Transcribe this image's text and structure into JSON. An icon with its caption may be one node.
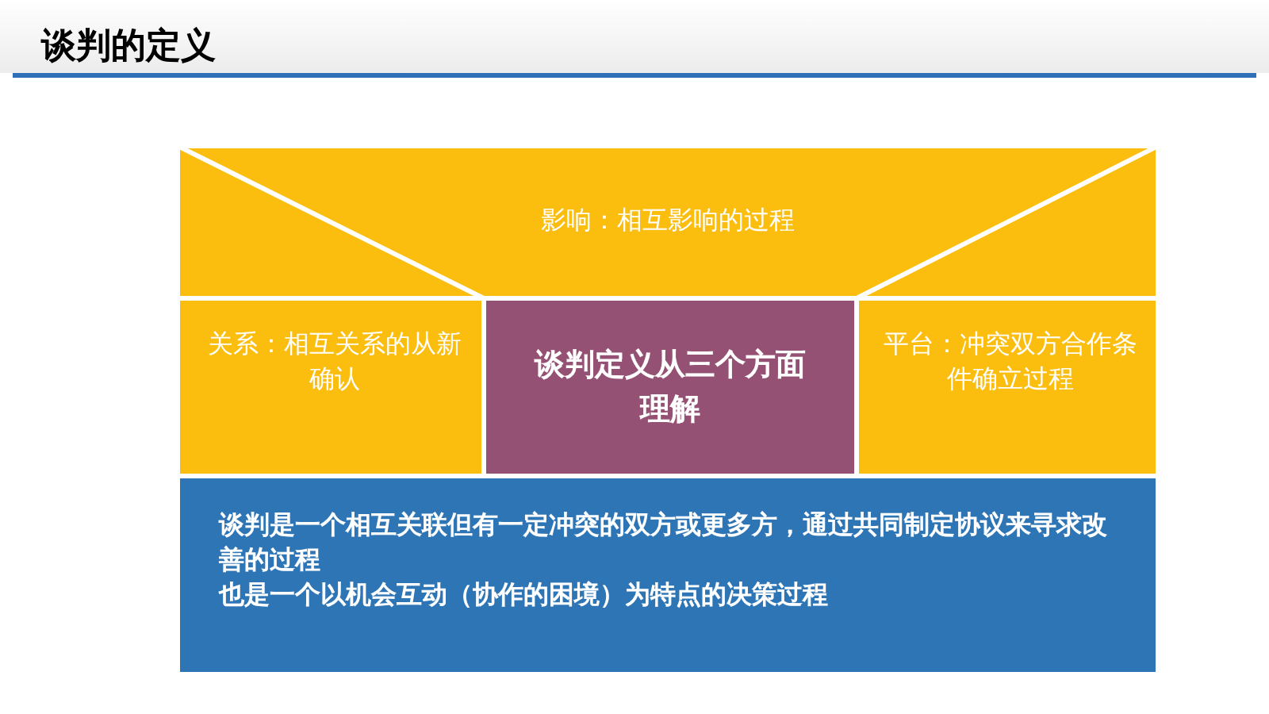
{
  "diagram": {
    "title": "谈判的定义",
    "nodes": [
      {
        "text": [
          "影响：相互影响的过程"
        ]
      },
      {
        "text": [
          "关系：相互关系的从新确认"
        ]
      },
      {
        "text": [
          "谈判定义从三个方面理解"
        ]
      },
      {
        "text": [
          "平台：冲突双方合作条件确立过程"
        ]
      },
      {
        "text": [
          "谈判是一个相互关联但有一定冲突的双方或更多方，通过共同制定协议来寻求改善的过程",
          "也是一个以机会互动（协作的困境）为特点的决策过程"
        ]
      }
    ]
  }
}
